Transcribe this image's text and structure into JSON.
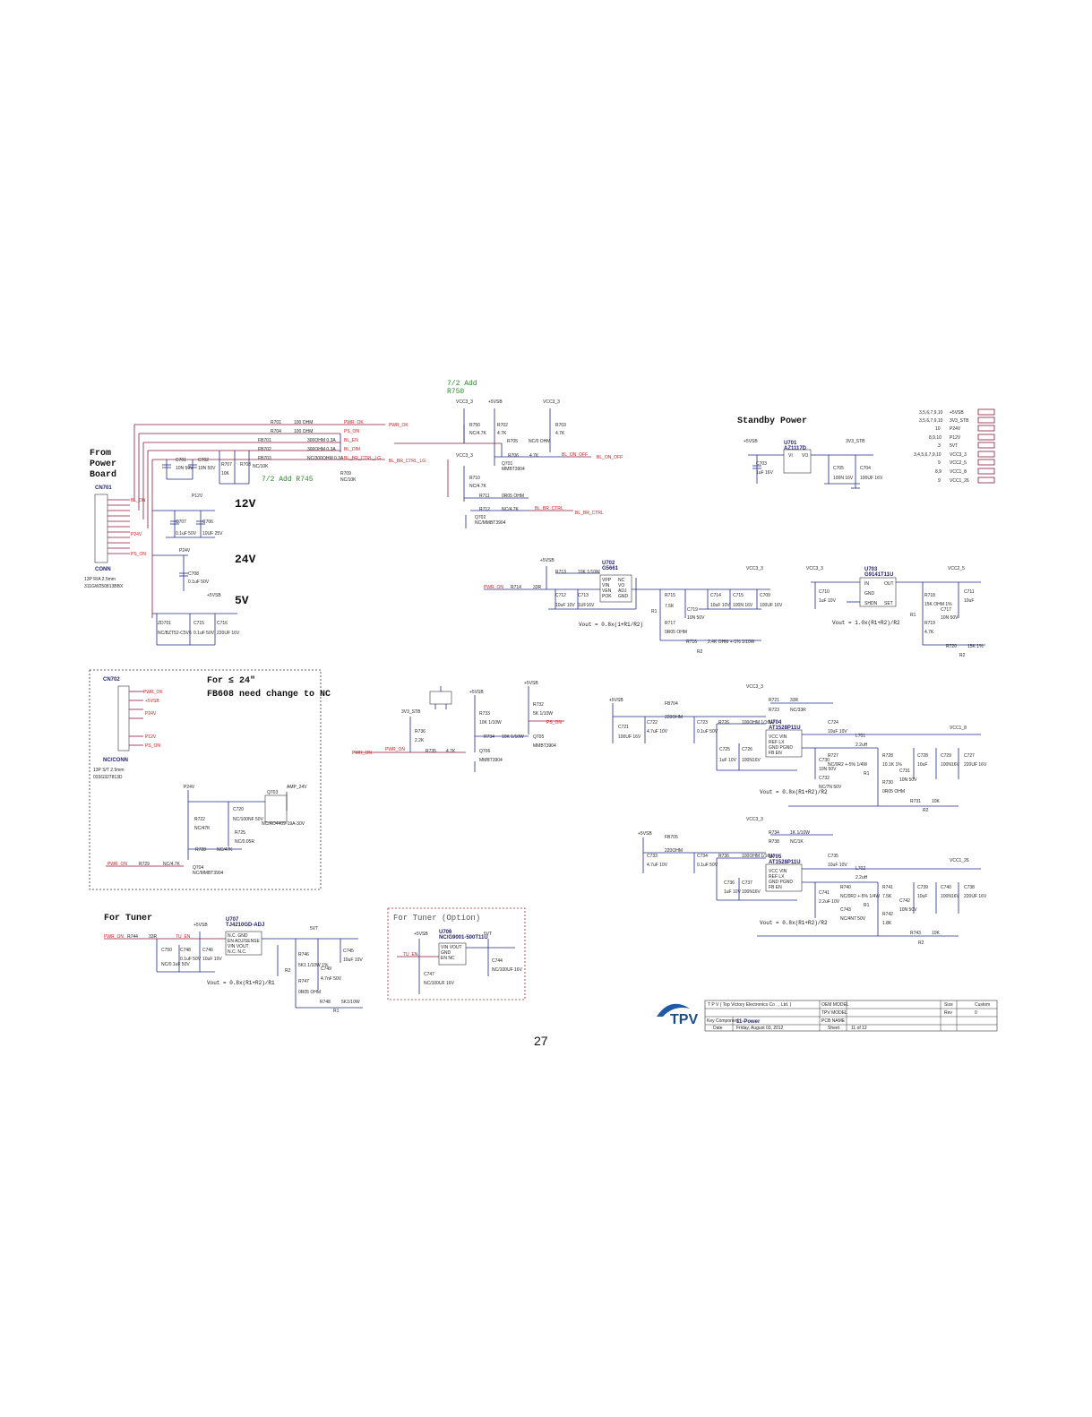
{
  "sections": {
    "from_power_board": "From Power Board",
    "standby_power": "Standby Power",
    "v12": "12V",
    "v24": "24V",
    "v5": "5V",
    "for_24": "For ≤ 24\"",
    "fb608_note": "FB608 need change to NC",
    "for_tuner": "For Tuner",
    "for_tuner_option": "For Tuner (Option)",
    "add_r750": "7/2 Add R750",
    "add_r745": "7/2 Add R745"
  },
  "connectors": {
    "cn701": "CN701",
    "cn701_type": "CONN",
    "cn701_desc1": "13P R/A 2.5mm",
    "cn701_desc2": "311GW250813BBX",
    "cn702": "CN702",
    "cn702_type": "NC/CONN",
    "cn702_desc1": "13P S/T 2.5mm",
    "cn702_desc2": "033G327813D"
  },
  "ics": {
    "u701": "U701",
    "u701_part": "AZ1117D",
    "u702": "U702",
    "u702_part": "G5661",
    "u703": "U703",
    "u703_part": "G9141T11U",
    "u704": "U704",
    "u704_part": "AT1528P11U",
    "u705": "U705",
    "u705_part": "AT1528P11U",
    "u706": "U706",
    "u706_part": "NC/G9001-500T11U",
    "u707": "U707",
    "u707_part": "TJ4210GD-ADJ"
  },
  "nets": {
    "pwr_ok": "PWR_OK",
    "ps_on": "PS_ON",
    "bl_en": "BL_EN",
    "bl_dim": "BL_DIM",
    "bl_br_ctrl_lg": "BL_BR_CTRL_LG",
    "bl_on_off": "BL_ON_OFF",
    "bl_br_ctrl": "BL_BR_CTRL",
    "pwr_on": "PWR_ON",
    "tu_en": "TU_EN",
    "p12v": "P12V",
    "p24v": "P24V",
    "p5v": "+5VSB",
    "vcc3_3": "VCC3_3",
    "v3v3_stb": "3V3_STB",
    "vcc1_8": "VCC1_8",
    "vcc1_26": "VCC1_26",
    "amp_24v": "AMP_24V",
    "v5vt": "5VT"
  },
  "equations": {
    "u702": "Vout = 0.8x(1+R1/R2)",
    "u703": "Vout = 1.0x(R1+R2)/R2",
    "u704": "Vout = 0.8x(R1+R2)/R2",
    "u705": "Vout = 0.8x(R1+R2)/R2",
    "u707": "Vout = 0.8x(R1+R2)/R1"
  },
  "power_table": [
    {
      "pages": "3,5,6,7,9,10",
      "net": "+5VSB"
    },
    {
      "pages": "3,5,6,7,9,10",
      "net": "3V3_STB"
    },
    {
      "pages": "10",
      "net": "P24V"
    },
    {
      "pages": "8,9,10",
      "net": "P12V"
    },
    {
      "pages": "3",
      "net": "5VT"
    },
    {
      "pages": "3,4,5,6,7,9,10",
      "net": "VCC3_3"
    },
    {
      "pages": "9",
      "net": "VCC2_5"
    },
    {
      "pages": "8,9",
      "net": "VCC1_8"
    },
    {
      "pages": "9",
      "net": "VCC1_26"
    }
  ],
  "title_block": {
    "company": "T P V  ( Top  Victory  Electronics  Co . , Ltd. )",
    "oem_model": "OEM MODEL",
    "tpv_model": "TPV MODEL",
    "pcb_name": "PCB NAME",
    "sheet_title": "11-Power",
    "key_component": "Key Component",
    "date_label": "Date",
    "date": "Friday, August 03, 2012",
    "sheet_label": "Sheet",
    "sheet": "11  of  12",
    "size_label": "Size",
    "size": "Custom",
    "rev_label": "Rev",
    "rev": "0",
    "logo": "TPV"
  },
  "page_number": "27"
}
